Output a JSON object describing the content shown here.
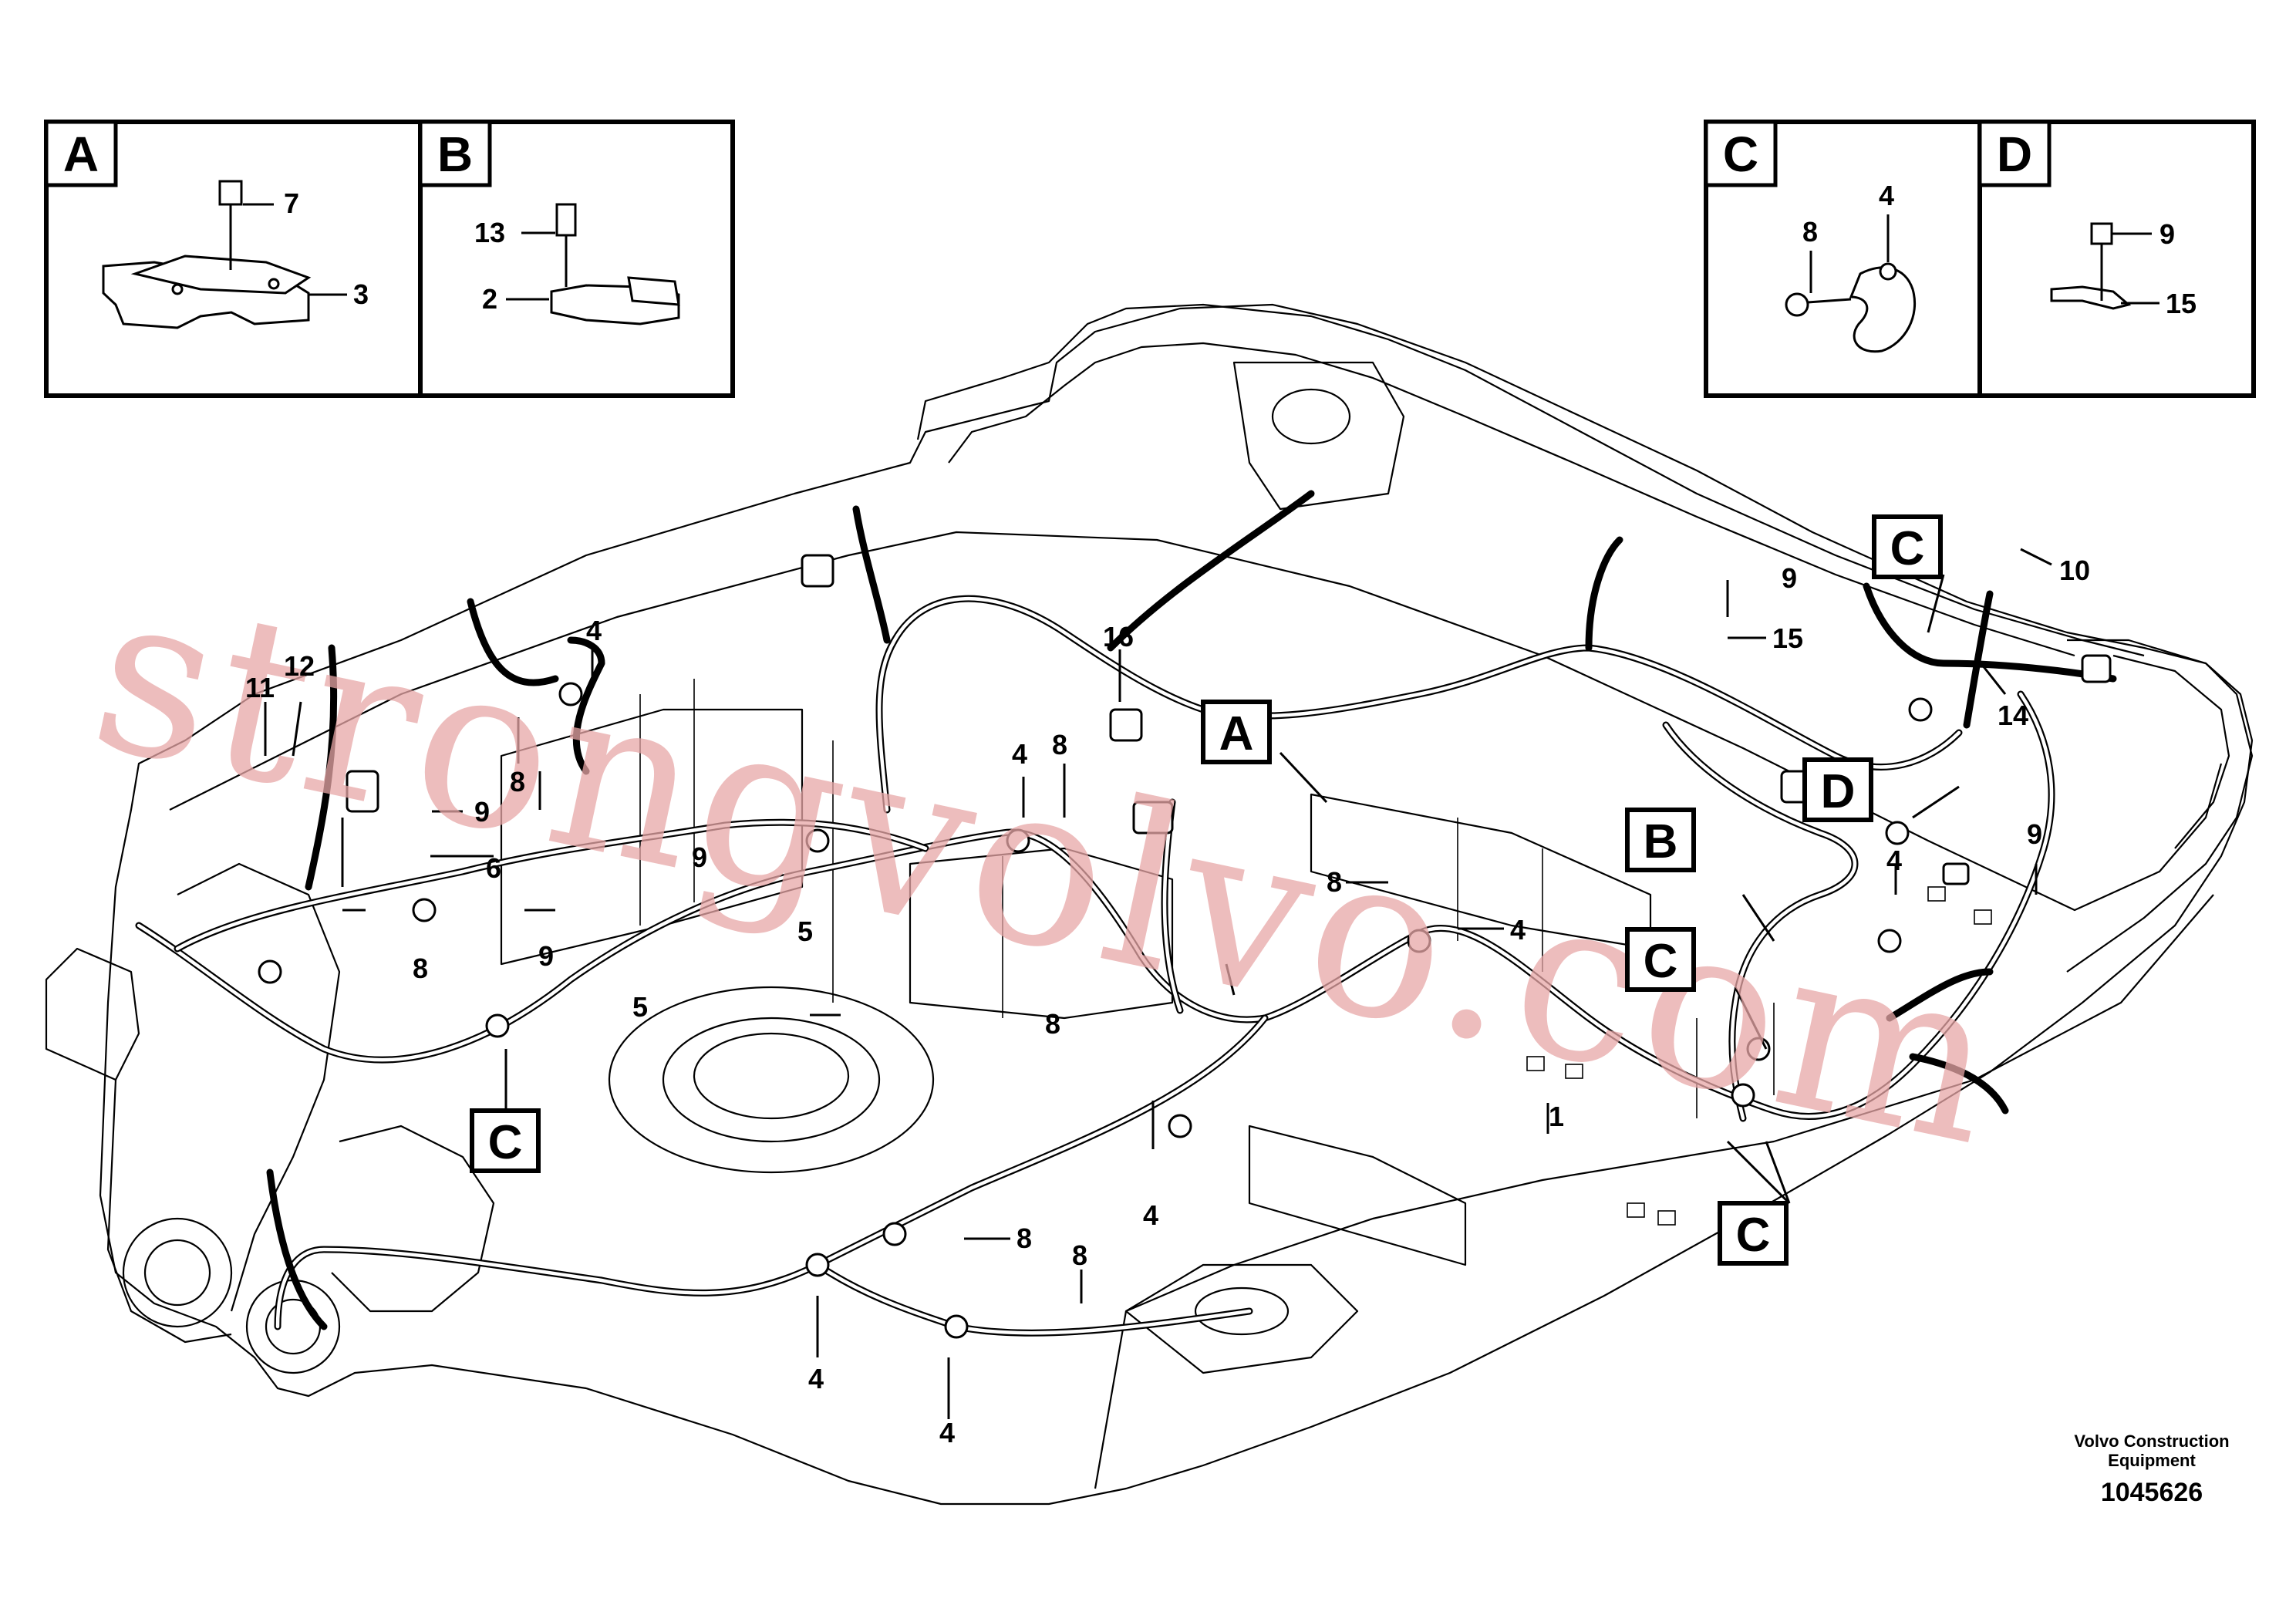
{
  "insets": {
    "A": {
      "letter": "A",
      "labels": [
        "7",
        "3"
      ]
    },
    "B": {
      "letter": "B",
      "labels": [
        "13",
        "2"
      ]
    },
    "C": {
      "letter": "C",
      "labels": [
        "4",
        "8"
      ]
    },
    "D": {
      "letter": "D",
      "labels": [
        "9",
        "15"
      ]
    }
  },
  "callouts": {
    "A": "A",
    "B": "B",
    "C": "C",
    "D": "D"
  },
  "part_numbers": {
    "n1": "1",
    "n4": "4",
    "n6": "6",
    "n8": "8",
    "n9": "9",
    "n10": "10",
    "n11": "11",
    "n12": "12",
    "n14": "14",
    "n15": "15",
    "n16": "16",
    "n5": "5"
  },
  "watermark": "strongvolvo.com",
  "footer": {
    "brand_line1": "Volvo Construction",
    "brand_line2": "Equipment",
    "drawing_number": "1045626"
  }
}
